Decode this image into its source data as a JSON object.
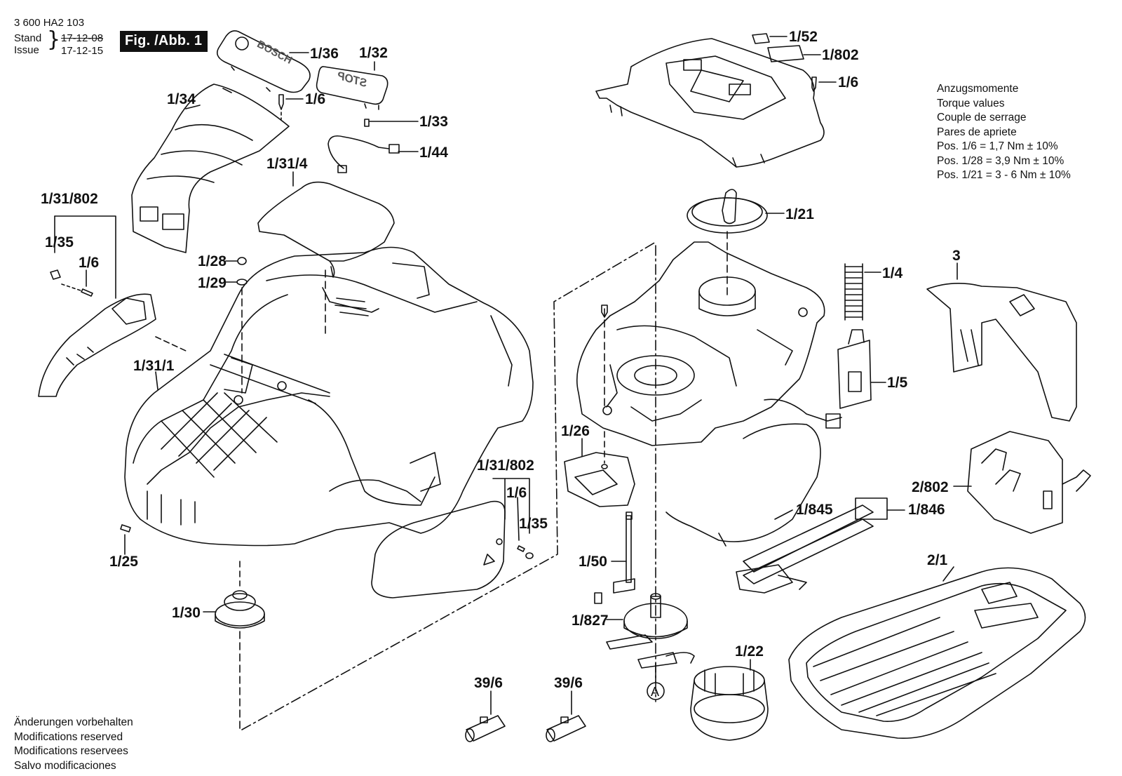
{
  "header": {
    "part_number": "3 600 HA2 103",
    "stand_label": "Stand",
    "issue_label": "Issue",
    "stand_date": "17-12-08",
    "issue_date": "17-12-15",
    "figure_tag": "Fig. /Abb. 1"
  },
  "torque": {
    "lines": [
      "Anzugsmomente",
      "Torque values",
      "Couple de serrage",
      "Pares de apriete",
      "Pos. 1/6    = 1,7 Nm  ± 10%",
      "Pos. 1/28 = 3,9 Nm  ± 10%",
      "Pos. 1/21 = 3 - 6 Nm  ± 10%"
    ]
  },
  "footer": {
    "lines": [
      "Änderungen vorbehalten",
      "Modifications reserved",
      "Modifications reservees",
      "Salvo modificaciones"
    ]
  },
  "parts": {
    "p1_36": "1/36",
    "p1_32": "1/32",
    "p1_34": "1/34",
    "p1_6a": "1/6",
    "p1_33": "1/33",
    "p1_44": "1/44",
    "p1_31_4": "1/31/4",
    "p1_31_802a": "1/31/802",
    "p1_35a": "1/35",
    "p1_6b": "1/6",
    "p1_28": "1/28",
    "p1_29": "1/29",
    "p1_31_1": "1/31/1",
    "p1_25": "1/25",
    "p1_30": "1/30",
    "p1_31_802b": "1/31/802",
    "p1_6c": "1/6",
    "p1_35b": "1/35",
    "p1_52": "1/52",
    "p1_802": "1/802",
    "p1_6d": "1/6",
    "p1_21": "1/21",
    "p1_4": "1/4",
    "p3": "3",
    "p1_5": "1/5",
    "p1_26": "1/26",
    "p2_802": "2/802",
    "p1_845": "1/845",
    "p1_846": "1/846",
    "p1_50": "1/50",
    "p2_1": "2/1",
    "p1_827": "1/827",
    "p1_22": "1/22",
    "p39_6a": "39/6",
    "p39_6b": "39/6",
    "callout_a": "A"
  },
  "embossed": {
    "brand": "BOSCH",
    "stop": "STOP"
  }
}
